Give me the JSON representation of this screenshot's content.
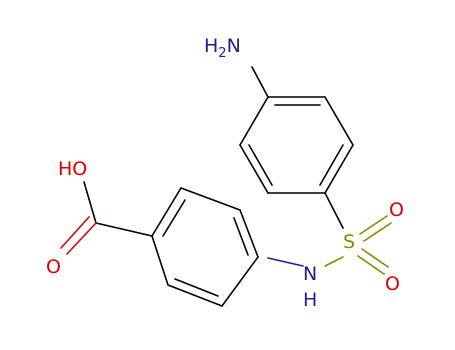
{
  "colors": {
    "carbon_bond": "#000000",
    "nitrogen": "#1f1f8f",
    "oxygen": "#e00000",
    "sulfur": "#8a8a00"
  },
  "labels": {
    "amine_n": "N",
    "amine_h": "H",
    "amine_h_count": "2",
    "sulfonyl_s": "S",
    "sulfonyl_o_upper": "O",
    "sulfonyl_o_lower": "O",
    "amide_n": "N",
    "amide_h": "H",
    "carboxyl_ho": "HO",
    "carbonyl_o": "O"
  }
}
